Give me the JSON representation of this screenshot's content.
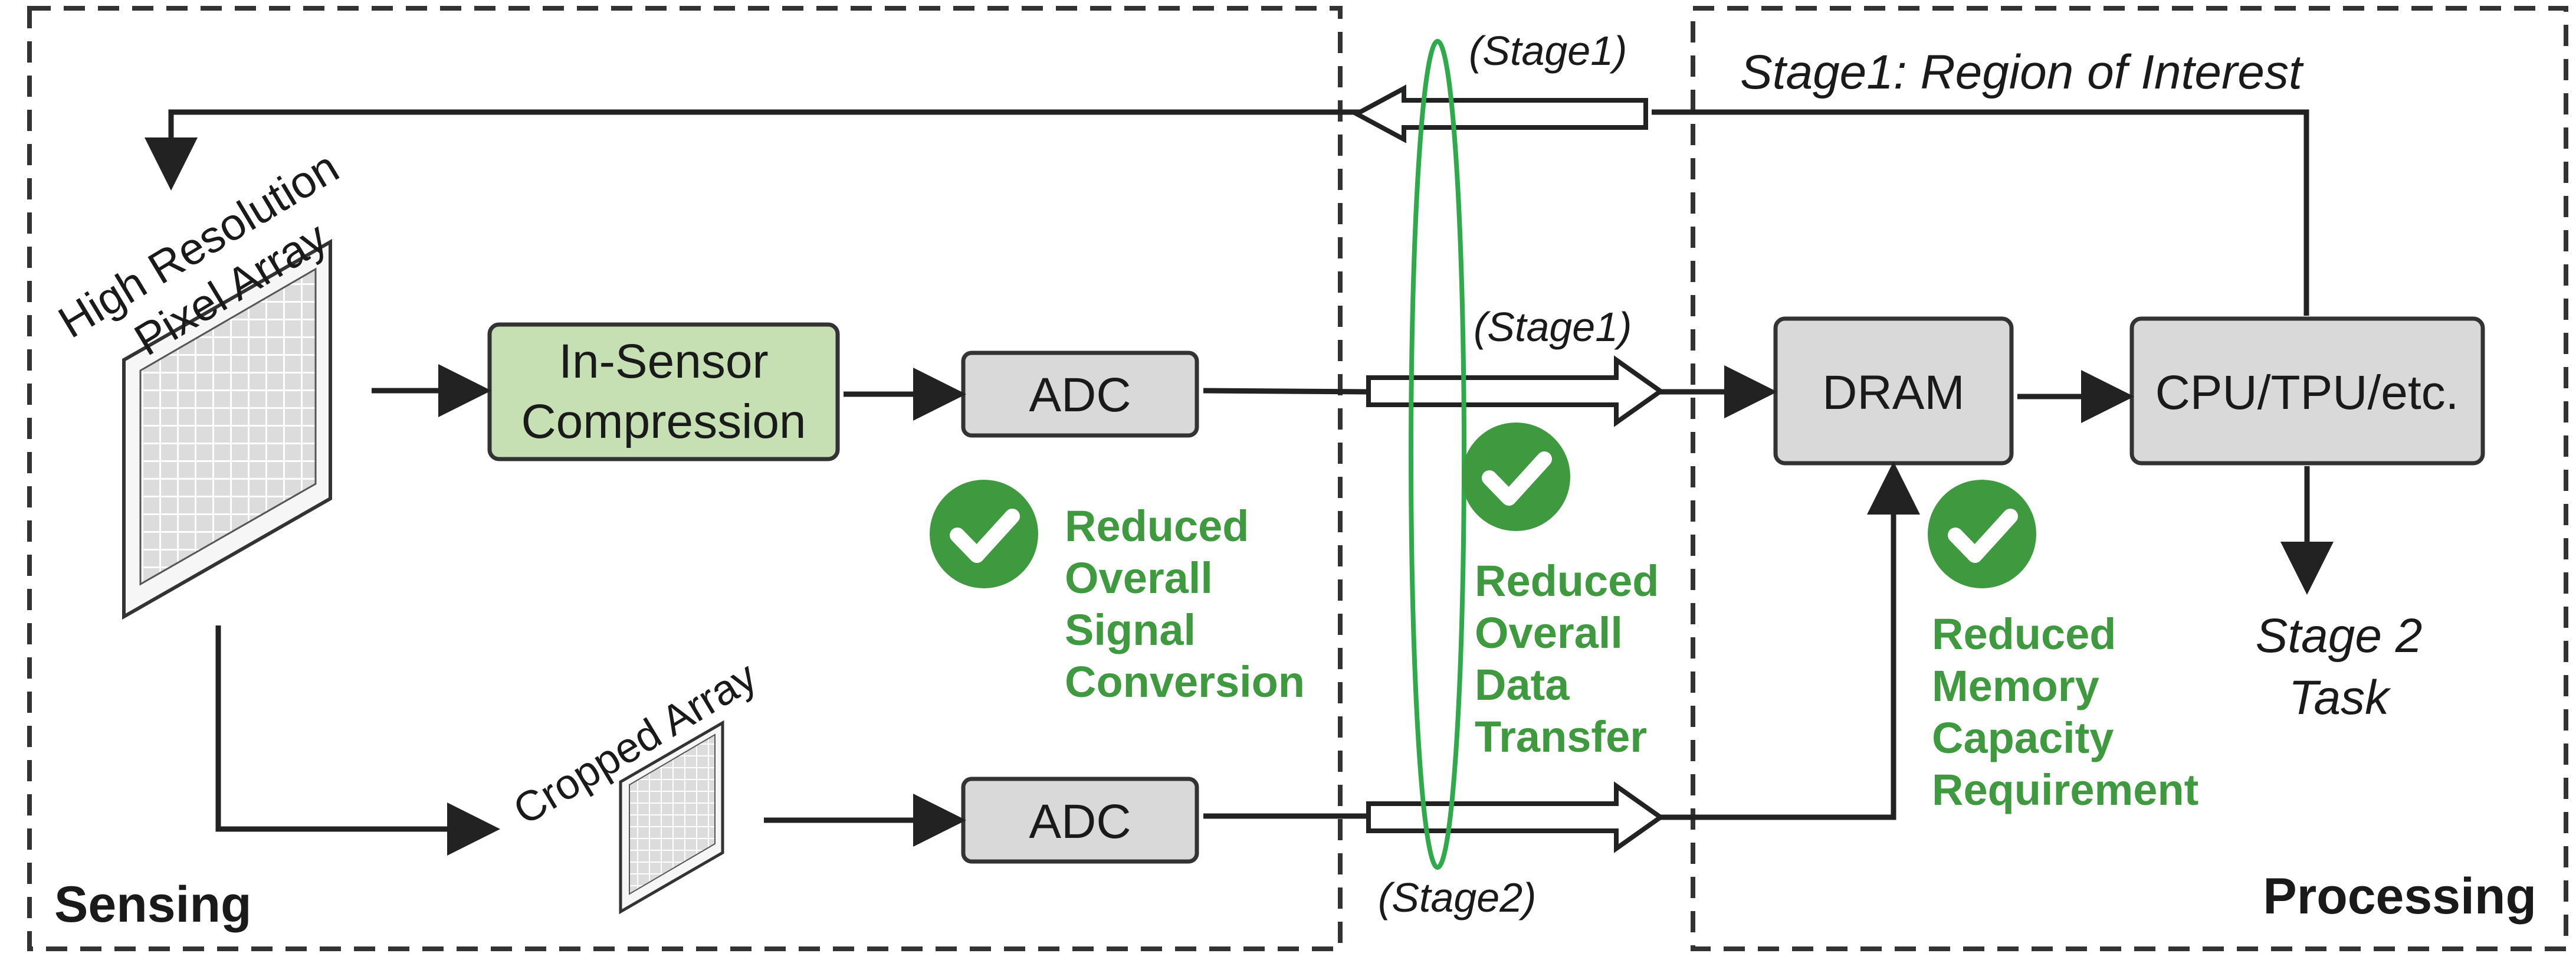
{
  "regions": {
    "sensing": "Sensing",
    "processing": "Processing"
  },
  "pixel_arrays": {
    "high_res_line1": "High Resolution",
    "high_res_line2": "Pixel Array",
    "cropped": "Cropped Array"
  },
  "blocks": {
    "in_sensor_line1": "In-Sensor",
    "in_sensor_line2": "Compression",
    "adc_top": "ADC",
    "adc_bottom": "ADC",
    "dram": "DRAM",
    "cpu": "CPU/TPU/etc."
  },
  "stage_labels": {
    "feedback": "(Stage1)",
    "data_top": "(Stage1)",
    "data_bottom": "(Stage2)",
    "roi": "Stage1: Region of Interest",
    "task_line1": "Stage 2",
    "task_line2": "Task"
  },
  "benefits": {
    "signal": [
      "Reduced",
      "Overall",
      "Signal",
      "Conversion"
    ],
    "transfer": [
      "Reduced",
      "Overall",
      "Data",
      "Transfer"
    ],
    "memory": [
      "Reduced",
      "Memory",
      "Capacity",
      "Requirement"
    ]
  },
  "colors": {
    "benefit_green": "#3f9a3f",
    "compression_fill": "#c6e0b4",
    "block_fill": "#d9d9d9",
    "ellipse_green": "#2eaa4a"
  }
}
